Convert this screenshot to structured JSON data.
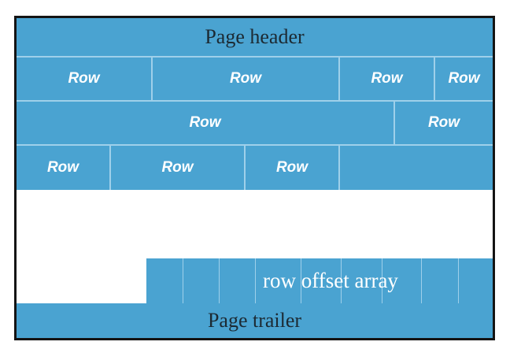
{
  "header": {
    "label": "Page header"
  },
  "rows": [
    {
      "label": "Row"
    },
    {
      "label": "Row"
    },
    {
      "label": "Row"
    },
    {
      "label": "Row"
    },
    {
      "label": "Row"
    },
    {
      "label": "Row"
    },
    {
      "label": "Row"
    },
    {
      "label": "Row"
    },
    {
      "label": "Row"
    }
  ],
  "offset_array": {
    "label": "row offset array"
  },
  "trailer": {
    "label": "Page trailer"
  },
  "colors": {
    "block": "#4aa3d1",
    "divider": "#9fd0ea",
    "border": "#141414",
    "free_space": "#ffffff"
  }
}
